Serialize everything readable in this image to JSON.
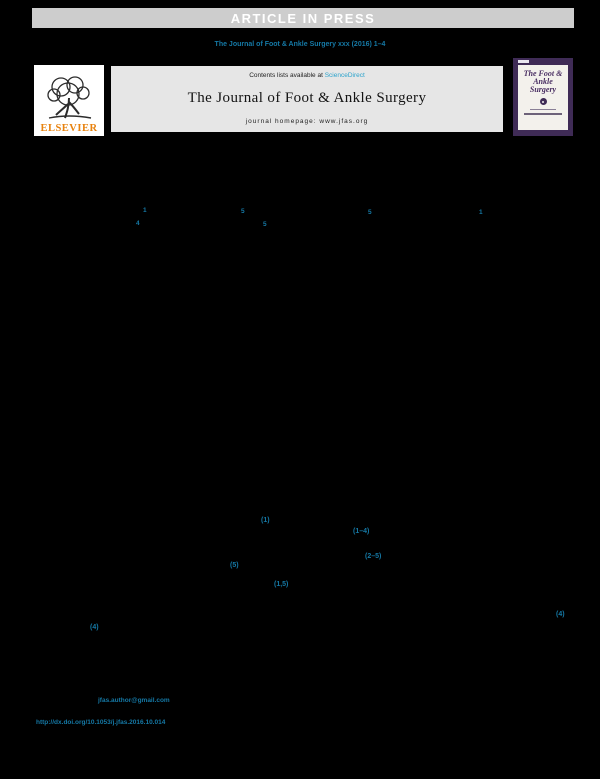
{
  "banner": {
    "text": "ARTICLE IN PRESS"
  },
  "citation_line": "The Journal of Foot & Ankle Surgery xxx (2016) 1–4",
  "header": {
    "contents_prefix": "Contents lists available at ",
    "sciencedirect_label": "ScienceDirect",
    "journal_title": "The Journal of Foot & Ankle Surgery",
    "homepage_prefix": "journal homepage: ",
    "homepage_url": "www.jfas.org",
    "elsevier_label": "ELSEVIER",
    "cover": {
      "title_line1": "The Foot &",
      "title_line2": "Ankle",
      "title_line3": "Surgery"
    }
  },
  "author_superscripts": [
    {
      "label": "1"
    },
    {
      "label": "4"
    },
    {
      "label": "5"
    },
    {
      "label": "5"
    },
    {
      "label": "5"
    },
    {
      "label": "1"
    }
  ],
  "inline_citations": [
    {
      "label": "(1)"
    },
    {
      "label": "(1–4)"
    },
    {
      "label": "(2–5)"
    },
    {
      "label": "(5)"
    },
    {
      "label": "(1,5)"
    },
    {
      "label": "(4)"
    },
    {
      "label": "(4)"
    }
  ],
  "footer": {
    "email": "jfas.author@gmail.com",
    "doi": "http://dx.doi.org/10.1053/j.jfas.2016.10.014"
  },
  "colors": {
    "link_teal": "#1579a6",
    "sciencedirect_blue": "#2ba3cc",
    "elsevier_orange": "#e8820e",
    "cover_purple": "#3f2b56",
    "banner_gray": "#cdcdcd",
    "header_gray": "#e6e6e6"
  }
}
